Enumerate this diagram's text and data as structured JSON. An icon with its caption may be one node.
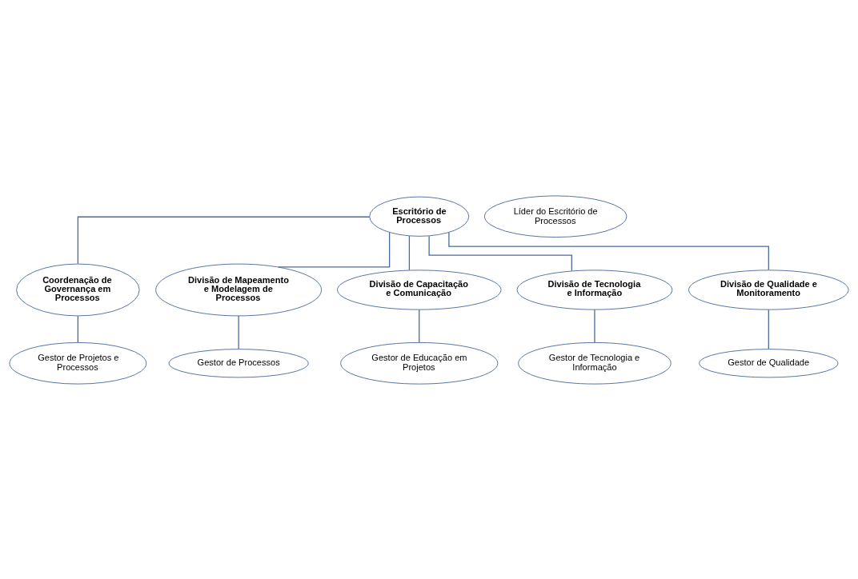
{
  "diagram": {
    "nodes": [
      {
        "text": [
          "Escritório de Processos"
        ]
      },
      {
        "text": [
          "Líder do Escritório de Processos"
        ]
      },
      {
        "text": [
          "Coordenação de Governança em Processos"
        ]
      },
      {
        "text": [
          "Gestor de Projetos e Processos"
        ]
      },
      {
        "text": [
          "Divisão de Mapeamento e Modelagem de Processos"
        ]
      },
      {
        "text": [
          "Divisão de Capacitação e Comunicação"
        ]
      },
      {
        "text": [
          "Divisão de Tecnologia e Informação"
        ]
      },
      {
        "text": [
          "Divisão de Qualidade e Monitoramento"
        ]
      },
      {
        "text": [
          "Gestor de Processos"
        ]
      },
      {
        "text": [
          "Gestor de Educação em Projetos"
        ]
      },
      {
        "text": [
          "Gestor de Tecnologia e Informação"
        ]
      },
      {
        "text": [
          "Gestor de Qualidade"
        ]
      }
    ],
    "edges": [
      {
        "from": 0,
        "to": 2,
        "arrow": "none"
      },
      {
        "from": 2,
        "to": 3,
        "arrow": "none"
      },
      {
        "from": 0,
        "to": 4,
        "arrow": "none"
      },
      {
        "from": 0,
        "to": 5,
        "arrow": "none"
      },
      {
        "from": 0,
        "to": 6,
        "arrow": "none"
      },
      {
        "from": 0,
        "to": 7,
        "arrow": "none"
      },
      {
        "from": 4,
        "to": 8,
        "arrow": "none"
      },
      {
        "from": 5,
        "to": 9,
        "arrow": "none"
      },
      {
        "from": 6,
        "to": 10,
        "arrow": "none"
      },
      {
        "from": 7,
        "to": 11,
        "arrow": "none"
      }
    ]
  }
}
